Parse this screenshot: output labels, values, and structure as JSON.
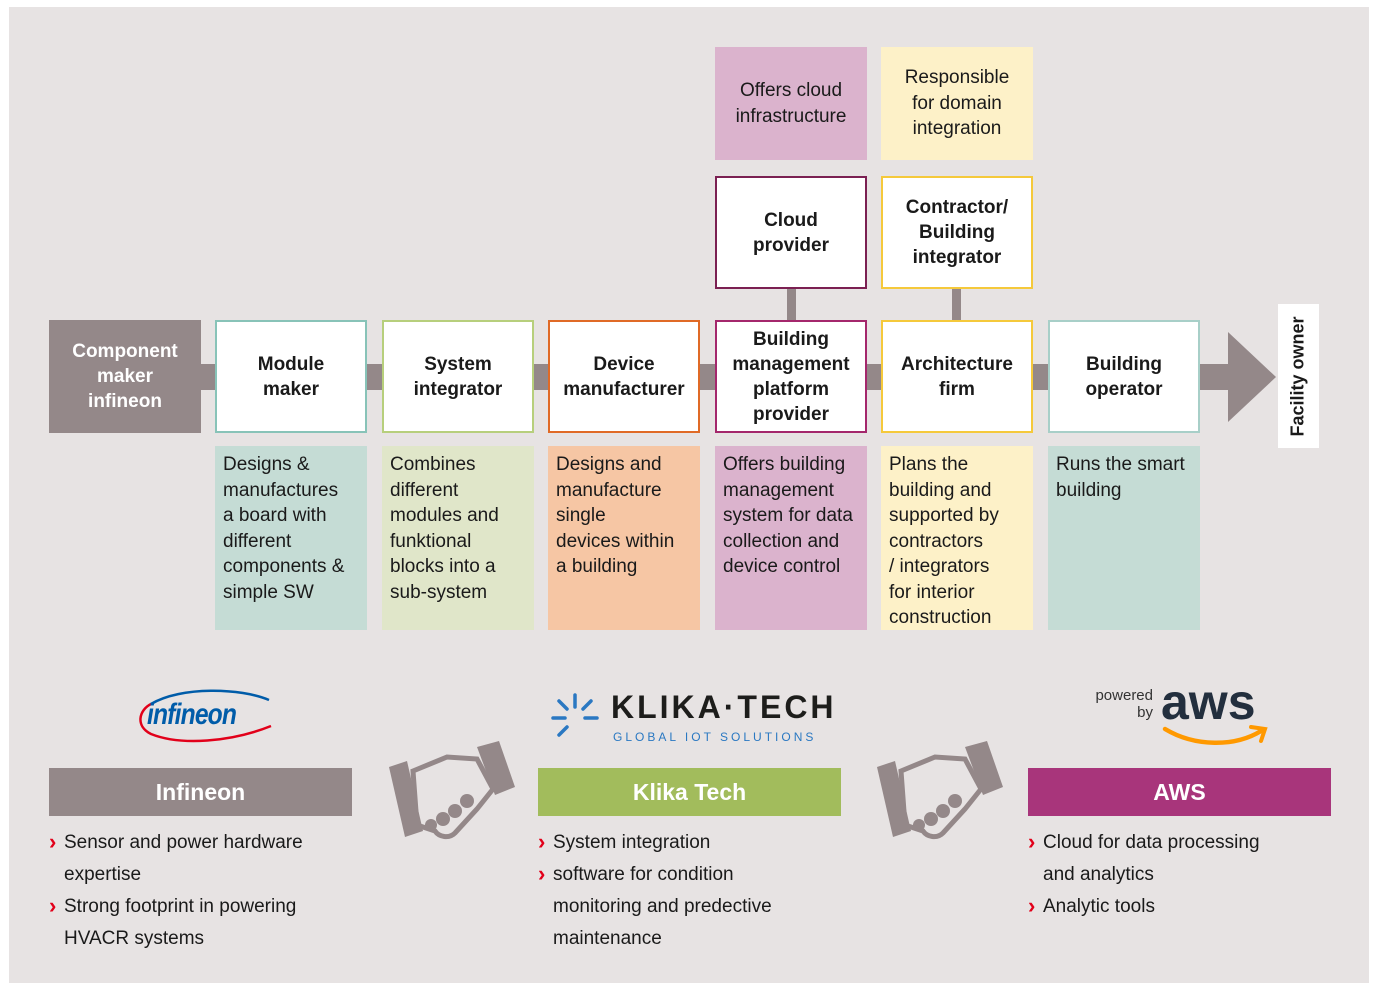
{
  "flow": {
    "start": "Component\nmaker\ninfineon",
    "stages": [
      {
        "title": "Module\nmaker",
        "desc": "Designs &\nmanufactures\na board with\ndifferent\ncomponents &\nsimple SW",
        "border": "#88c3b8",
        "fill": "#c5dcd5"
      },
      {
        "title": "System\nintegrator",
        "desc": "Combines\ndifferent\nmodules and\nfunktional\nblocks into a\nsub-system",
        "border": "#b7cf7c",
        "fill": "#e0e6c9"
      },
      {
        "title": "Device\nmanufacturer",
        "desc": "Designs and\nmanufacture\nsingle\ndevices within\na building",
        "border": "#e06a26",
        "fill": "#f6c6a4"
      },
      {
        "title": "Building\nmanagement\nplatform\nprovider",
        "desc": "Offers building\nmanagement\nsystem for data\ncollection and\ndevice control",
        "border": "#a4276c",
        "fill": "#dbb3cd"
      },
      {
        "title": "Architecture\nfirm",
        "desc": "Plans the\nbuilding and\nsupported by\ncontractors\n/ integrators\nfor interior\nconstruction",
        "border": "#f5c93b",
        "fill": "#fdf1c8"
      },
      {
        "title": "Building\noperator",
        "desc": "Runs the smart\nbuilding",
        "border": "#a8cfc8",
        "fill": "#c5dcd5"
      }
    ],
    "end": "Facility owner",
    "upper": [
      {
        "title": "Cloud\nprovider",
        "desc": "Offers cloud\ninfrastructure",
        "border": "#7b2052",
        "fill": "#dbb3cd"
      },
      {
        "title": "Contractor/\nBuilding\nintegrator",
        "desc": "Responsible\nfor domain\nintegration",
        "border": "#f5c93b",
        "fill": "#fdf1c8"
      }
    ]
  },
  "partners": [
    {
      "logo_text": "infineon",
      "name": "Infineon",
      "color": "#948889",
      "bullets": [
        "Sensor and power hardware\nexpertise",
        "Strong footprint in powering\nHVACR systems"
      ]
    },
    {
      "logo_text": "KLIKA·TECH",
      "logo_sub": "GLOBAL IOT SOLUTIONS",
      "name": "Klika Tech",
      "color": "#a2bc5c",
      "bullets": [
        "System integration",
        "software for condition\nmonitoring and predective\nmaintenance"
      ]
    },
    {
      "logo_text": "aws",
      "logo_pre": "powered\nby",
      "name": "AWS",
      "color": "#a8357b",
      "bullets": [
        "Cloud for data processing\nand analytics",
        "Analytic tools"
      ]
    }
  ],
  "colors": {
    "arrow": "#948889",
    "background": "#e7e3e3",
    "bullet": "#e2001a"
  }
}
